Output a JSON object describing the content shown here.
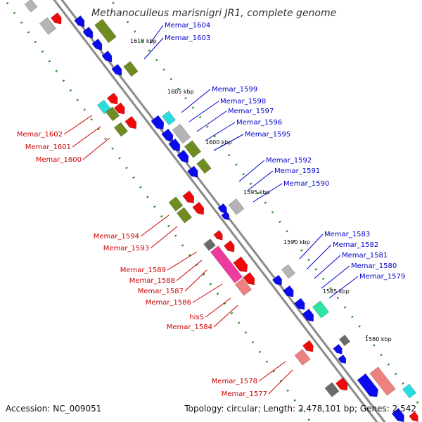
{
  "title": "Methanoculleus marisnigri JR1, complete genome",
  "accession": "Accession: NC_009051",
  "stats": "Topology: circular; Length: 2,478,101 bp; Genes: 2,542",
  "colors": {
    "backbone": "#8a8a8a",
    "tick": "#1e8c1e",
    "label_plus": "#0000cc",
    "label_minus": "#cc0000",
    "cds_blue": "#0a0aee",
    "cds_red": "#ee0a0a",
    "cds_olive": "#6e8c22",
    "cds_gray": "#b4b4b4",
    "cds_dark": "#6a6a6a",
    "cds_cyan": "#2adcdc",
    "cds_pink": "#ee3c9e",
    "cds_salmon": "#ee8080",
    "cds_mint": "#2ae6a0"
  },
  "kbp_marks": [
    "1610 kbp",
    "1605 kbp",
    "1600 kbp",
    "1595 kbp",
    "1590 kbp",
    "1585 kbp",
    "1580 kbp"
  ],
  "genes_plus": [
    "Memar_1604",
    "Memar_1603",
    "Memar_1599",
    "Memar_1598",
    "Memar_1597",
    "Memar_1596",
    "Memar_1595",
    "Memar_1592",
    "Memar_1591",
    "Memar_1590",
    "Memar_1583",
    "Memar_1582",
    "Memar_1581",
    "Memar_1580",
    "Memar_1579"
  ],
  "genes_minus": [
    "Memar_1602",
    "Memar_1601",
    "Memar_1600",
    "Memar_1594",
    "Memar_1593",
    "Memar_1589",
    "Memar_1588",
    "Memar_1587",
    "Memar_1586",
    "hisS",
    "Memar_1584",
    "Memar_1578",
    "Memar_1577"
  ]
}
